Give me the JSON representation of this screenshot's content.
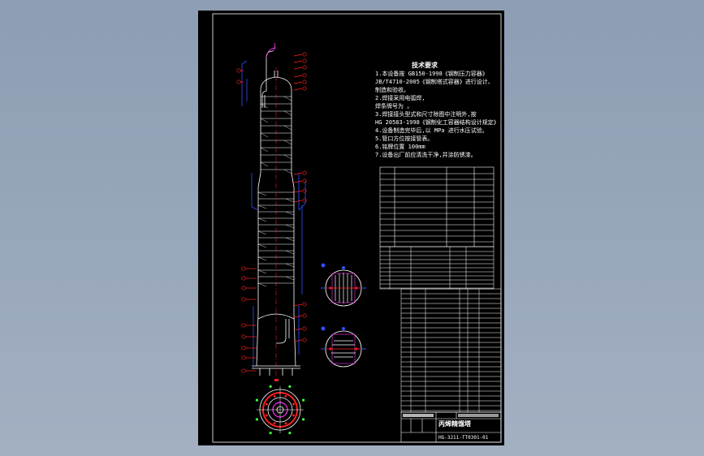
{
  "notes": {
    "heading": "技术要求",
    "lines": [
      "1.本设备按 GB150-1998《钢制压力容器》",
      "JB/T4710-2005《钢制塔式容器》进行设计、",
      "制造和验收。",
      "2.焊接采用电弧焊,",
      "焊条牌号为 。",
      "3.焊接接头型式和尺寸除图中注明外,按",
      "HG 20583-1998《钢制化工容器结构设计规定》",
      "4.设备制造完毕后,以 MPa 进行水压试验。",
      "5.管口方位按接管表。",
      "6.铭牌位置 100mm",
      "7.设备出厂前应清洗干净,并涂防锈漆。"
    ]
  },
  "title_block": {
    "drawing_name": "丙烯精馏塔",
    "drawing_no": "HG-3211-TT0301-01"
  },
  "colors": {
    "sheet": "#000000",
    "background": "#8d9db3",
    "lines": "#ffffff",
    "tag_red": "#ff2020",
    "tag_blue": "#3050ff",
    "tag_magenta": "#ff30ff",
    "center_green": "#40ff40"
  }
}
